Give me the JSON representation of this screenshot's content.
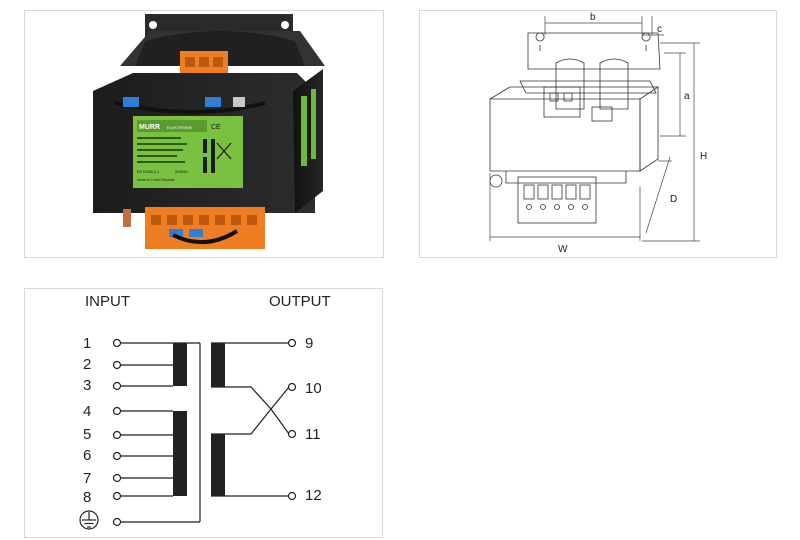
{
  "photo": {
    "brand": "MURR",
    "brand_sub": "ELEKTRONIK",
    "compliance_mark": "CE",
    "label_line_1": "Made in Czech Republic",
    "label_line_2": "EN 61558-2-4",
    "label_line_3": "50/60Hz"
  },
  "dimensions": {
    "label_b": "b",
    "label_c": "c",
    "label_a": "a",
    "label_H": "H",
    "label_D": "D",
    "label_W": "W"
  },
  "wiring": {
    "input_title": "INPUT",
    "output_title": "OUTPUT",
    "input_terminals": [
      "1",
      "2",
      "3",
      "4",
      "5",
      "6",
      "7",
      "8"
    ],
    "output_terminals": [
      "9",
      "10",
      "11",
      "12"
    ]
  }
}
